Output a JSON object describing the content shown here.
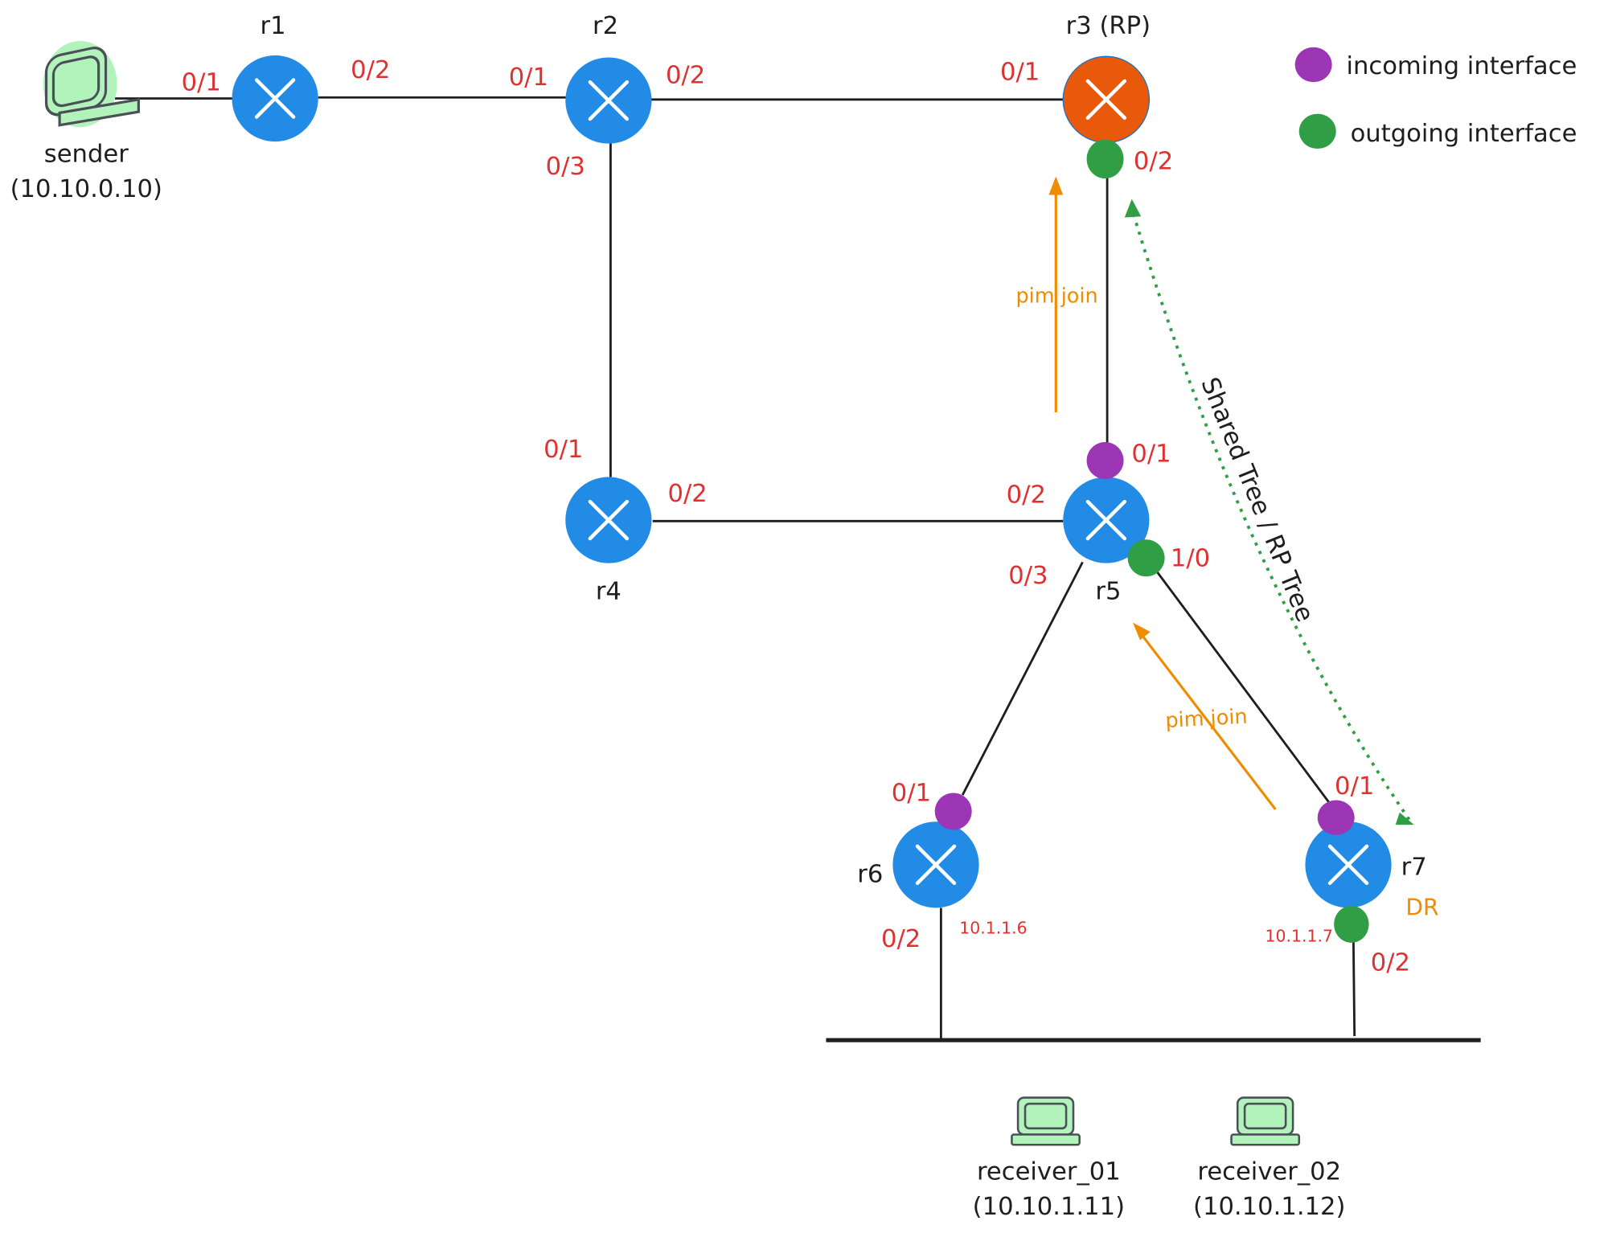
{
  "title": "PIM Shared Tree / RP Tree diagram",
  "sender": {
    "name": "sender",
    "ip": "(10.10.0.10)"
  },
  "routers": {
    "r1": {
      "label": "r1"
    },
    "r2": {
      "label": "r2"
    },
    "r3": {
      "label": "r3 (RP)"
    },
    "r4": {
      "label": "r4"
    },
    "r5": {
      "label": "r5"
    },
    "r6": {
      "label": "r6",
      "ip": "10.1.1.6"
    },
    "r7": {
      "label": "r7",
      "ip": "10.1.1.7",
      "role": "DR"
    }
  },
  "interfaces": {
    "sender_r1": "0/1",
    "r1_r2": "0/2",
    "r2_r1": "0/1",
    "r2_r3": "0/2",
    "r2_r4": "0/3",
    "r3_r2": "0/1",
    "r3_r5": "0/2",
    "r4_r2": "0/1",
    "r4_r5": "0/2",
    "r5_r3": "0/1",
    "r5_r4": "0/2",
    "r5_r6": "0/3",
    "r5_r7": "1/0",
    "r6_r5": "0/1",
    "r6_lan": "0/2",
    "r7_r5": "0/1",
    "r7_lan": "0/2"
  },
  "annotations": {
    "pim_join_1": "pim join",
    "pim_join_2": "pim join",
    "shared_tree": "Shared Tree / RP Tree"
  },
  "legend": {
    "incoming": {
      "label": "incoming interface",
      "color": "#9c36b5"
    },
    "outgoing": {
      "label": "outgoing interface",
      "color": "#2f9e44"
    }
  },
  "receivers": [
    {
      "name": "receiver_01",
      "ip": "(10.10.1.11)"
    },
    {
      "name": "receiver_02",
      "ip": "(10.10.1.12)"
    }
  ],
  "colors": {
    "router": "#228be6",
    "rp": "#e8590c",
    "interface_label": "#e03131",
    "annotation": "#f08c00"
  }
}
